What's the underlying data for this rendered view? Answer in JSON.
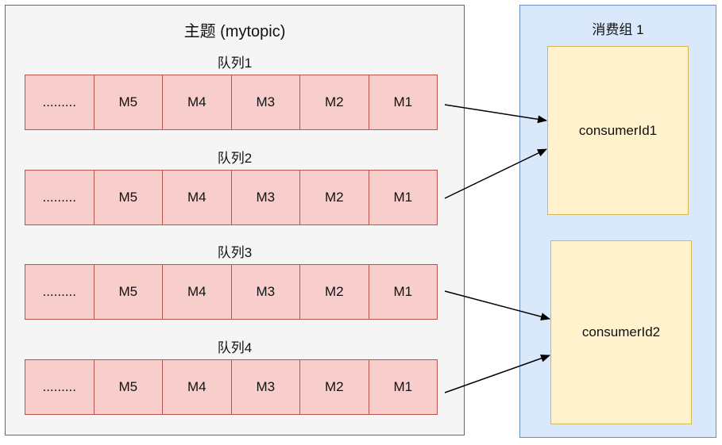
{
  "topic": {
    "title": "主题 (mytopic)"
  },
  "queues": [
    {
      "label": "队列1",
      "cells": [
        ".........",
        "M5",
        "M4",
        "M3",
        "M2",
        "M1"
      ]
    },
    {
      "label": "队列2",
      "cells": [
        ".........",
        "M5",
        "M4",
        "M3",
        "M2",
        "M1"
      ]
    },
    {
      "label": "队列3",
      "cells": [
        ".........",
        "M5",
        "M4",
        "M3",
        "M2",
        "M1"
      ]
    },
    {
      "label": "队列4",
      "cells": [
        ".........",
        "M5",
        "M4",
        "M3",
        "M2",
        "M1"
      ]
    }
  ],
  "consumer_group": {
    "title": "消费组 1",
    "consumers": [
      "consumerId1",
      "consumerId2"
    ]
  },
  "colors": {
    "topic_fill": "#f5f5f5",
    "queue_cell_fill": "#f8cecc",
    "queue_cell_border": "#b85450",
    "group_fill": "#dae8fc",
    "group_border": "#6c8ebf",
    "consumer_fill": "#fff2cc",
    "consumer_border": "#d6b656"
  },
  "connections": [
    {
      "from": "队列1",
      "to": "consumerId1"
    },
    {
      "from": "队列2",
      "to": "consumerId1"
    },
    {
      "from": "队列3",
      "to": "consumerId2"
    },
    {
      "from": "队列4",
      "to": "consumerId2"
    }
  ]
}
